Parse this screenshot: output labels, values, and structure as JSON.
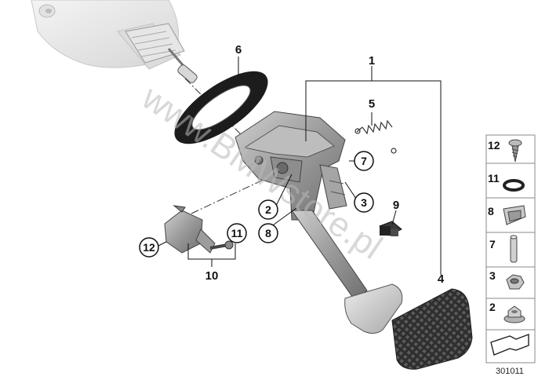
{
  "diagram": {
    "watermark": "www.BMWstore.pl",
    "callouts": {
      "c1": "1",
      "c2": "2",
      "c3": "3",
      "c4": "4",
      "c5": "5",
      "c6": "6",
      "c7": "7",
      "c8": "8",
      "c9": "9",
      "c10": "10",
      "c11": "11",
      "c12": "12"
    },
    "parts_list": [
      {
        "num": "12",
        "icon": "screw-icon"
      },
      {
        "num": "11",
        "icon": "o-ring-icon"
      },
      {
        "num": "8",
        "icon": "clip-icon"
      },
      {
        "num": "7",
        "icon": "pin-icon"
      },
      {
        "num": "3",
        "icon": "hex-nut-icon"
      },
      {
        "num": "2",
        "icon": "flange-nut-icon"
      }
    ],
    "diagram_code": "301011"
  }
}
